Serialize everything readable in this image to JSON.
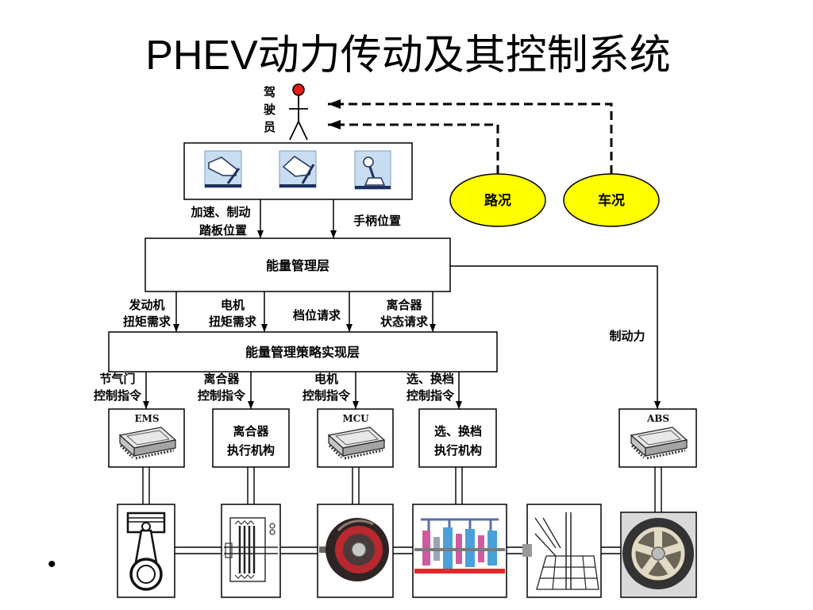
{
  "slide": {
    "title": "PHEV动力传动及其控制系统",
    "bullet": "•"
  },
  "colors": {
    "condition_fill": "#ffff00",
    "driver_head": "#e41b1b",
    "stroke": "#000000"
  },
  "driver": {
    "label": "驾驶员",
    "icon": "driver-stick-figure-icon"
  },
  "conditions": [
    {
      "label": "路况"
    },
    {
      "label": "车况"
    }
  ],
  "driver_inputs": {
    "pedal_label": [
      "加速、制动",
      "踏板位置"
    ],
    "lever_label": "手柄位置",
    "icons": [
      "accelerator-pedal-icon",
      "brake-pedal-icon",
      "gear-lever-icon"
    ]
  },
  "energy_management_layer": "能量管理层",
  "requests": [
    {
      "lines": [
        "发动机",
        "扭矩需求"
      ]
    },
    {
      "lines": [
        "电机",
        "扭矩需求"
      ]
    },
    {
      "lines": [
        "档位请求"
      ]
    },
    {
      "lines": [
        "离合器",
        "状态请求"
      ]
    }
  ],
  "strategy_layer": "能量管理策略实现层",
  "commands": [
    {
      "lines": [
        "节气门",
        "控制指令"
      ]
    },
    {
      "lines": [
        "离合器",
        "控制指令"
      ]
    },
    {
      "lines": [
        "电机",
        "控制指令"
      ]
    },
    {
      "lines": [
        "选、换档",
        "控制指令"
      ]
    }
  ],
  "brake_force_label": "制动力",
  "controllers": [
    {
      "label": [
        "EMS"
      ],
      "icon": "ecu-chip-icon"
    },
    {
      "label": [
        "离合器",
        "执行机构"
      ]
    },
    {
      "label": [
        "MCU"
      ],
      "icon": "ecu-chip-icon"
    },
    {
      "label": [
        "选、换档",
        "执行机构"
      ]
    },
    {
      "label": [
        "ABS"
      ],
      "icon": "ecu-chip-icon"
    }
  ],
  "components": [
    "engine-piston-icon",
    "clutch-icon",
    "motor-icon",
    "gearbox-icon",
    "differential-icon",
    "wheel-icon"
  ]
}
